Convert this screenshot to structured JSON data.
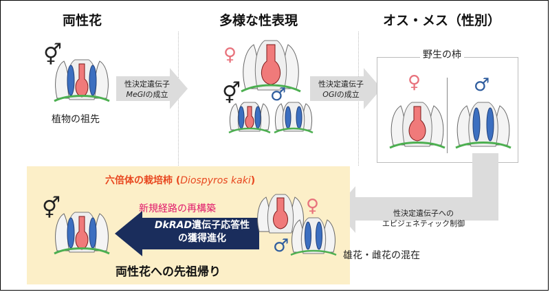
{
  "headers": {
    "hermaphrodite": "両性花",
    "diverse": "多様な性表現",
    "dioecy": "オス・メス（性別）"
  },
  "ancestor_label": "植物の祖先",
  "arrow1": {
    "line1": "性決定遺伝子",
    "gene": "MeGI",
    "suffix": "の成立"
  },
  "arrow2": {
    "line1": "性決定遺伝子",
    "gene": "OGI",
    "suffix": "の成立"
  },
  "wild_persimmon": "野生の柿",
  "arrow3": {
    "line1": "性決定遺伝子への",
    "line2": "エピジェネティック制御"
  },
  "cultivated": {
    "title_prefix": "六倍体の栽培柿 (",
    "species": "Diospyros kaki",
    "title_suffix": ")",
    "rebuild": "新規経路の再構築",
    "gene": "DkRAD",
    "evo_line1_suffix": "遺伝子応答性",
    "evo_line2": "の獲得進化",
    "result": "両性花への先祖帰り"
  },
  "mixed_label": "雄花・雌花の混在",
  "symbols": {
    "female": "♀",
    "male": "♂",
    "hermaphrodite": "⚥"
  },
  "colors": {
    "pistil": "#f07a7a",
    "stamen": "#3c6fc0",
    "navy": "#1a2d5c",
    "cultivated_bg": "#fcefc8",
    "arrow_gray": "#dcdcdc"
  }
}
